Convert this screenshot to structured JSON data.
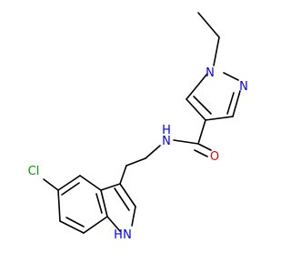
{
  "molecule": {
    "atoms": {
      "n1": "N",
      "n2": "N",
      "nh": "N",
      "h": "H",
      "o": "O",
      "cl": "Cl",
      "nh_indole": "N",
      "h_indole": "H"
    },
    "colors": {
      "nitrogen": "#0000ff",
      "oxygen": "#ff0000",
      "chlorine": "#00a000",
      "carbon": "#000000"
    }
  }
}
